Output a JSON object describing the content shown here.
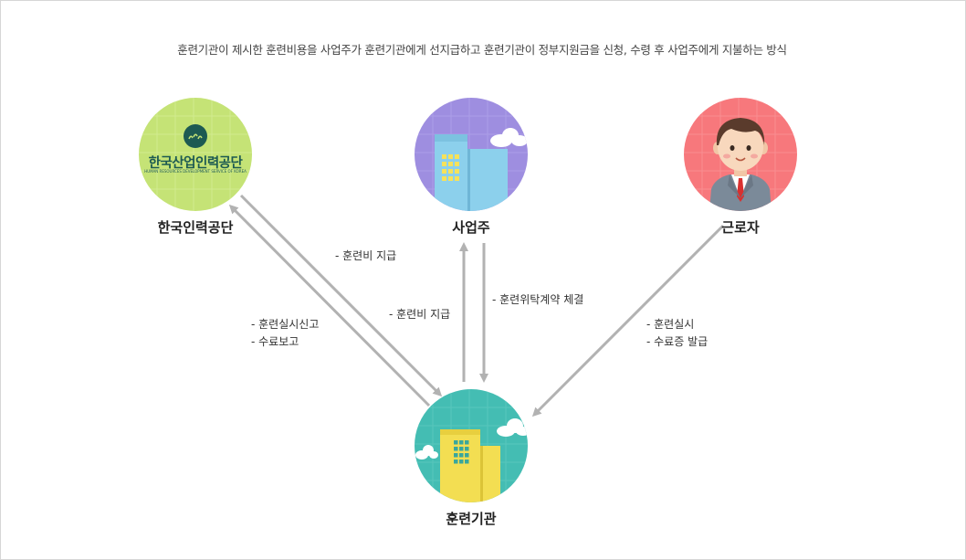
{
  "header": {
    "description": "훈련기관이 제시한 훈련비용을 사업주가 훈련기관에게 선지급하고 훈련기관이 정부지원금을 신청, 수령 후 사업주에게 지불하는 방식"
  },
  "nodes": {
    "hrd": {
      "label": "한국인력공단",
      "logo_title": "한국산업인력공단",
      "logo_sub": "HUMAN RESOURCES DEVELOPMENT SERVICE OF KOREA",
      "color": "#c5e376"
    },
    "employer": {
      "label": "사업주",
      "color": "#9e8ee0"
    },
    "worker": {
      "label": "근로자",
      "color": "#f7787c"
    },
    "institution": {
      "label": "훈련기관",
      "color": "#44bdb3"
    }
  },
  "edges": {
    "hrd_to_institution": {
      "text": "- 훈련비 지급"
    },
    "institution_to_hrd": {
      "lines": [
        "- 훈련실시신고",
        "- 수료보고"
      ]
    },
    "institution_to_employer": {
      "text": "- 훈련비 지급"
    },
    "employer_to_institution": {
      "text": "- 훈련위탁계약 체결"
    },
    "worker_to_institution": {
      "lines": [
        "- 훈련실시",
        "- 수료증 발급"
      ]
    }
  },
  "colors": {
    "arrow": "#b2b2b2"
  }
}
